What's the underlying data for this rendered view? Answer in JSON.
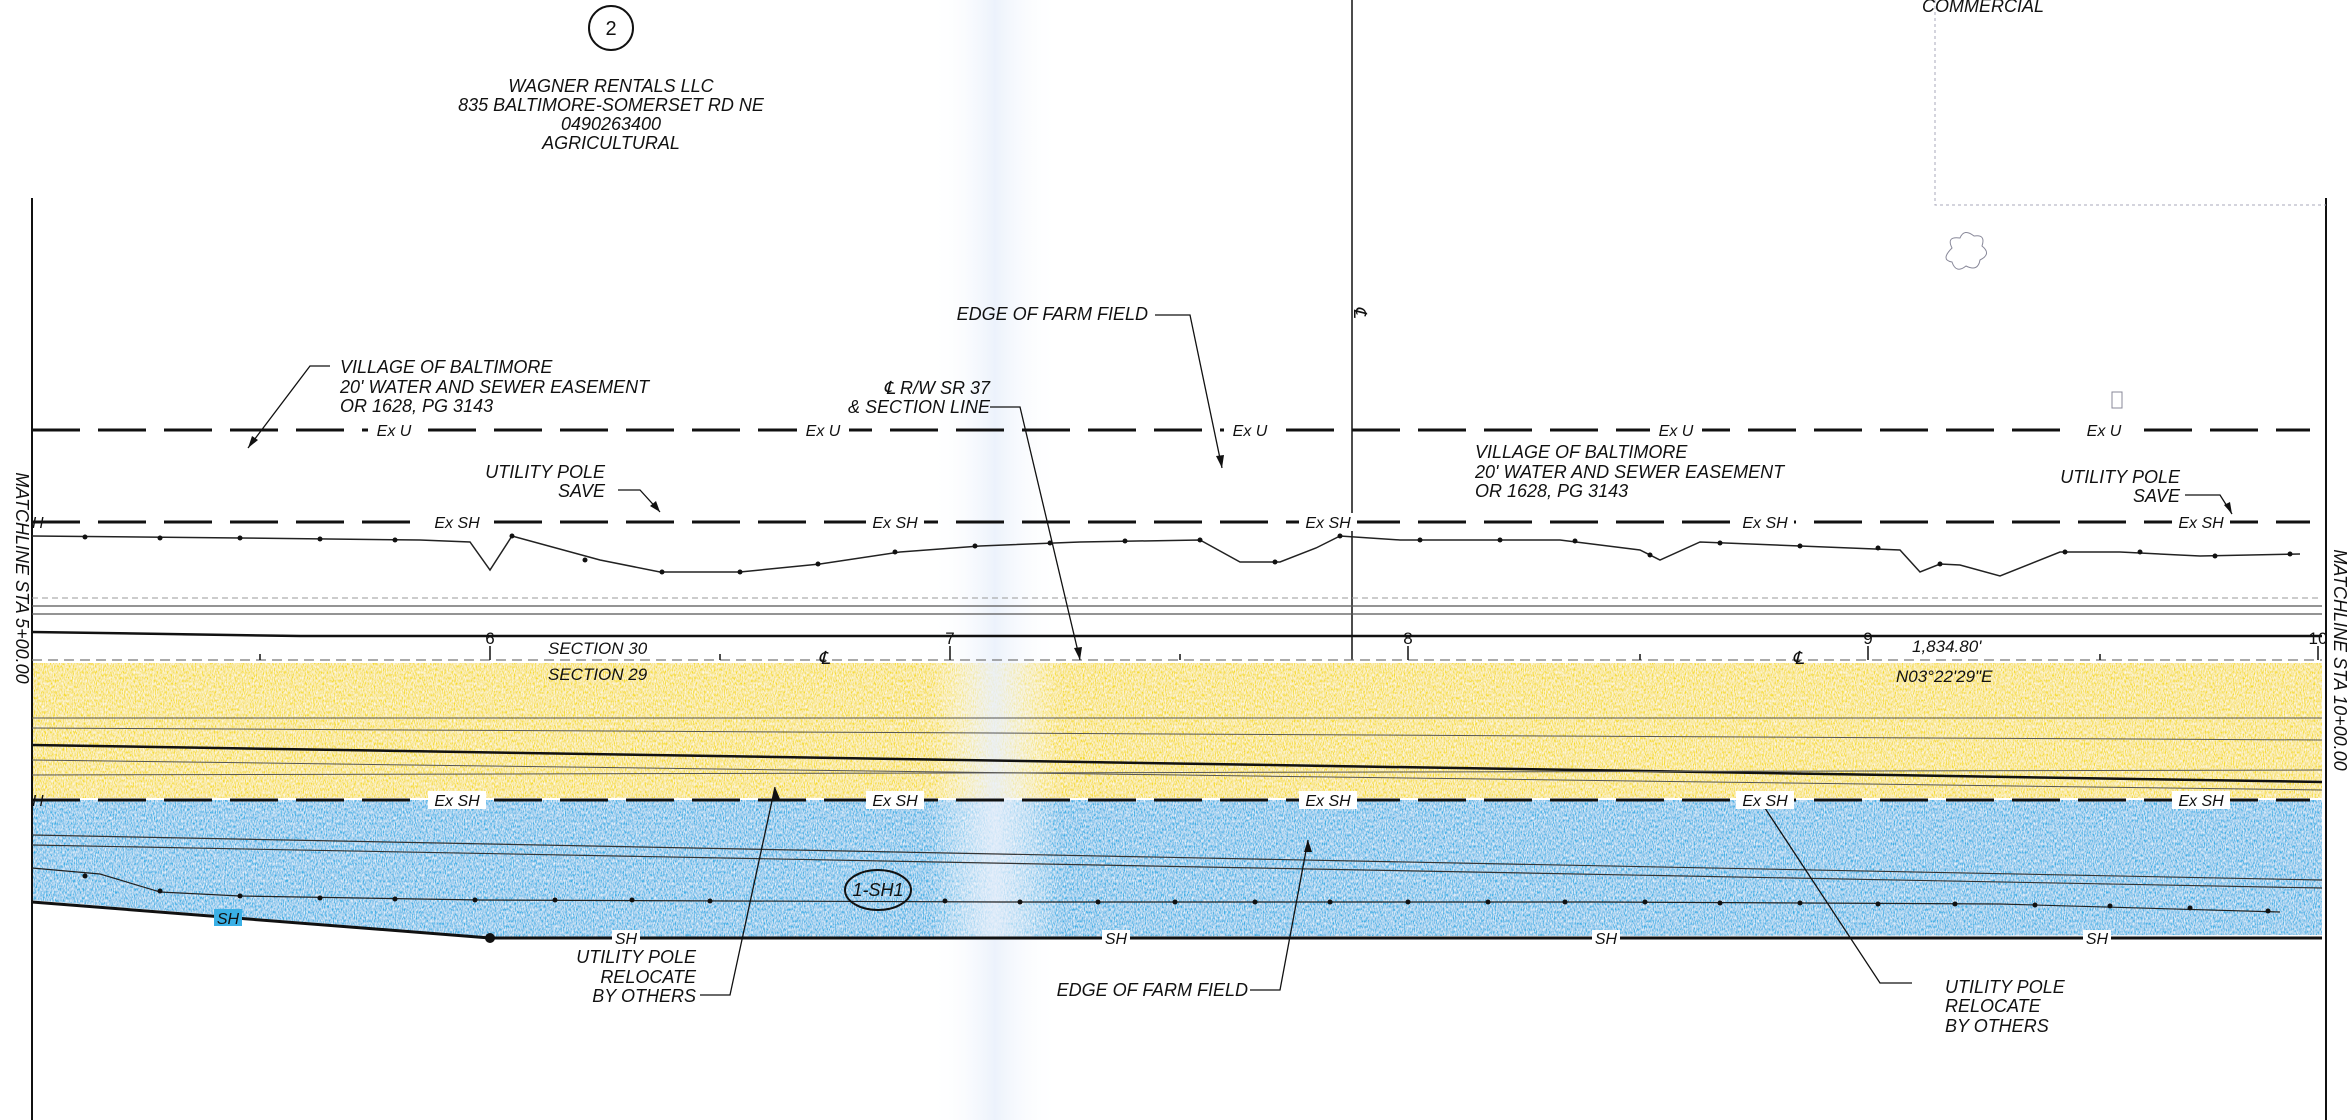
{
  "sheet_number": "2",
  "owner_top": {
    "name": "WAGNER RENTALS LLC",
    "address": "835 BALTIMORE-SOMERSET RD NE",
    "parcel": "0490263400",
    "use": "AGRICULTURAL"
  },
  "owner_top_right": {
    "use": "COMMERCIAL"
  },
  "matchlines": {
    "left": "MATCHLINE STA 5+00.00",
    "right": "MATCHLINE STA 10+00.00"
  },
  "callouts": {
    "easement_left": [
      "VILLAGE OF BALTIMORE",
      "20' WATER AND SEWER EASEMENT",
      "OR 1628, PG 3143"
    ],
    "easement_right": [
      "VILLAGE OF BALTIMORE",
      "20' WATER AND SEWER EASEMENT",
      "OR 1628, PG 3143"
    ],
    "edge_farm_field_top": "EDGE OF FARM FIELD",
    "edge_farm_field_bottom": "EDGE OF FARM FIELD",
    "centerline": [
      "℄ R/W SR 37",
      "& SECTION LINE"
    ],
    "utility_pole_save_left": [
      "UTILITY POLE",
      "SAVE"
    ],
    "utility_pole_save_right": [
      "UTILITY POLE",
      "SAVE"
    ],
    "utility_pole_relocate_left": [
      "UTILITY POLE",
      "RELOCATE",
      "BY OTHERS"
    ],
    "utility_pole_relocate_right": [
      "UTILITY POLE",
      "RELOCATE",
      "BY OTHERS"
    ]
  },
  "sections": {
    "north": "SECTION 30",
    "south": "SECTION 29"
  },
  "bearing": {
    "distance": "1,834.80'",
    "bearing": "N03°22'29\"E"
  },
  "stations": [
    "6",
    "7",
    "8",
    "9",
    "10"
  ],
  "line_labels": {
    "existing_utility": "Ex U",
    "existing_shoulder": "Ex SH",
    "shoulder": "SH",
    "shoulder_end": "H",
    "centerline_symbol": "℄"
  },
  "tag": "1-SH1",
  "colors": {
    "ink": "#111111",
    "yellow_fill": "#f6dc2a",
    "blue_fill": "#3ab0e6",
    "light_blue_gap": "#eef5fb"
  }
}
